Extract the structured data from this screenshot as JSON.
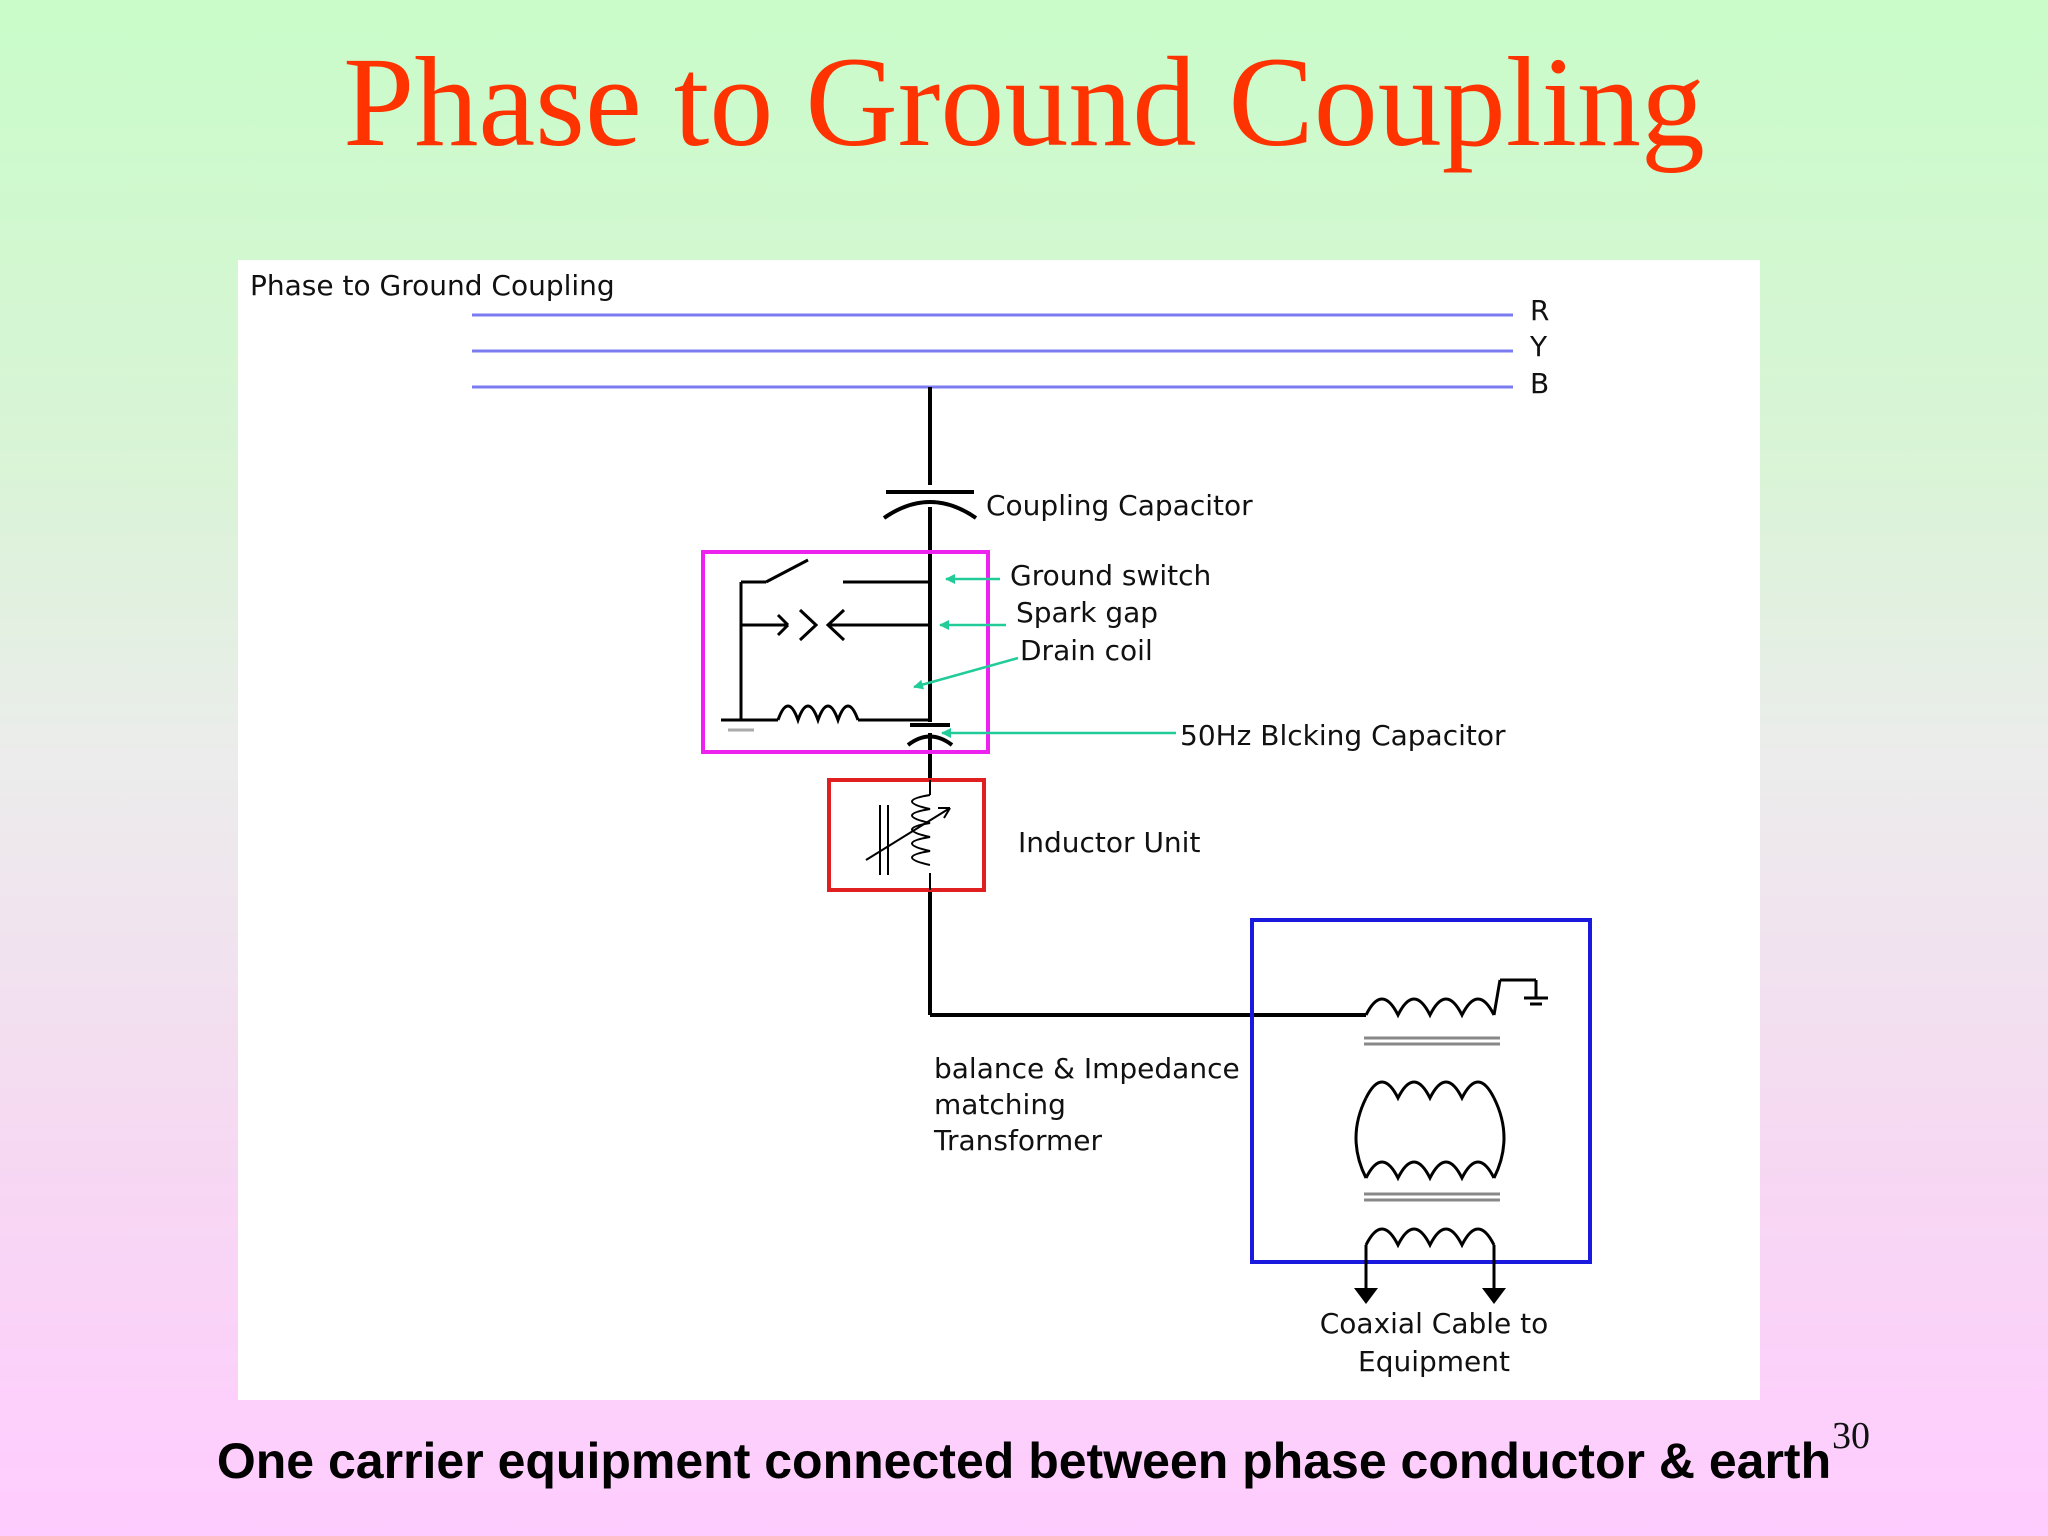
{
  "slide": {
    "title": "Phase to Ground Coupling",
    "caption": "One carrier equipment connected between phase conductor & earth",
    "page_number": "30"
  },
  "diagram": {
    "heading": "Phase to Ground Coupling",
    "phases": [
      "R",
      "Y",
      "B"
    ],
    "labels": {
      "coupling_capacitor": "Coupling Capacitor",
      "ground_switch": "Ground switch",
      "spark_gap": "Spark gap",
      "drain_coil": "Drain coil",
      "blocking_capacitor": "50Hz Blcking Capacitor",
      "inductor_unit": "Inductor Unit",
      "transformer_line1": "balance & Impedance",
      "transformer_line2": "matching",
      "transformer_line3": "Transformer",
      "coax_line1": "Coaxial Cable to",
      "coax_line2": "Equipment"
    },
    "colors": {
      "title": "#ff3300",
      "phase_lines": "#7b7bf2",
      "protection_box": "#ee22ee",
      "inductor_box": "#e02020",
      "transformer_box": "#1a1adf",
      "pointer_arrows": "#22cc99"
    }
  }
}
